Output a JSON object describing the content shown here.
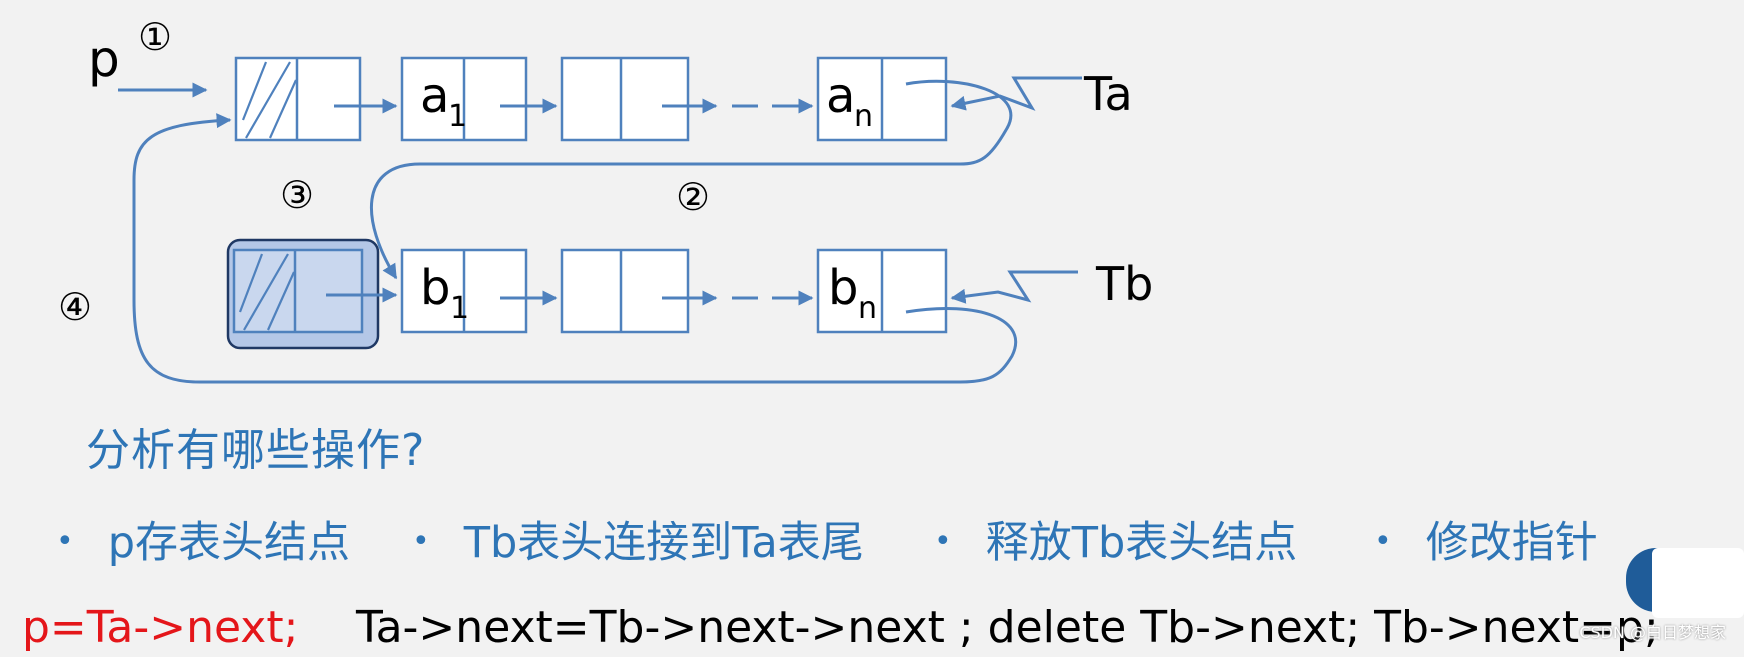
{
  "diagram": {
    "labels": {
      "p": "p",
      "ta": "Ta",
      "tb": "Tb"
    },
    "node_labels": {
      "a1": {
        "base": "a",
        "sub": "1"
      },
      "an": {
        "base": "a",
        "sub": "n"
      },
      "b1": {
        "base": "b",
        "sub": "1"
      },
      "bn": {
        "base": "b",
        "sub": "n"
      }
    },
    "steps": {
      "s1": "①",
      "s2": "②",
      "s3": "③",
      "s4": "④"
    },
    "colors": {
      "line": "#4f81bd",
      "highlight_fill": "#b4c7e7",
      "highlight_border": "#1f3864"
    }
  },
  "question": "分析有哪些操作?",
  "bullets": [
    {
      "dot": "•",
      "text": "p存表头结点"
    },
    {
      "dot": "•",
      "text": "Tb表头连接到Ta表尾"
    },
    {
      "dot": "•",
      "text": "释放Tb表头结点"
    },
    {
      "dot": "•",
      "text": "修改指针"
    }
  ],
  "code": {
    "red": "p=Ta->next;",
    "black": "Ta->next=Tb->next->next ; delete Tb->next; Tb->next=p;"
  },
  "watermark": "CSDN @白日梦想家"
}
